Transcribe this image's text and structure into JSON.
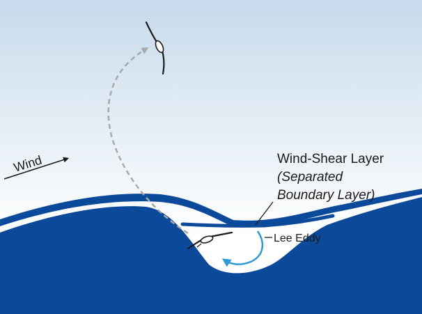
{
  "labels": {
    "wind": "Wind",
    "wind_shear_title": "Wind-Shear Layer",
    "wind_shear_sub1": "(Separated",
    "wind_shear_sub2": "Boundary Layer)",
    "lee_eddy": "Lee Eddy"
  },
  "colors": {
    "sky_top": "#c6daeb",
    "sky_bottom": "#ffffff",
    "wave_fill": "#0b4a9a",
    "shear_line": "#0b4a9a",
    "trajectory": "#a8a8a8",
    "eddy_arrow": "#2e9ad6",
    "wind_arrow": "#1a1a1a",
    "bird_outline": "#1a1a1a",
    "bird_fill": "#ffffff"
  },
  "icons": {
    "wind_arrow": "arrow-right-icon",
    "bird_upper": "albatross-icon",
    "bird_lower": "albatross-icon"
  }
}
